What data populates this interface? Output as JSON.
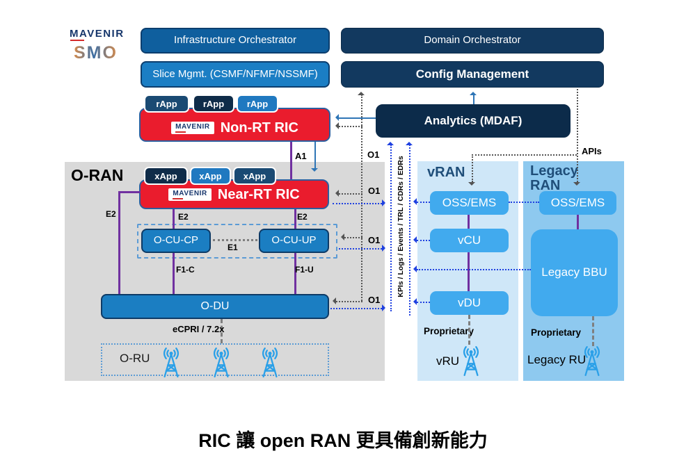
{
  "brand": {
    "logo": "MAVENIR",
    "smo": "SMO",
    "badge": "MAVENIR"
  },
  "smo": {
    "infrastructure_orchestrator": "Infrastructure Orchestrator",
    "slice_mgmt": "Slice Mgmt. (CSMF/NFMF/NSSMF)",
    "domain_orchestrator": "Domain Orchestrator",
    "config_management": "Config Management",
    "analytics": "Analytics (MDAF)"
  },
  "non_rt": {
    "rapps": [
      "rApp",
      "rApp",
      "rApp"
    ],
    "title": "Non-RT RIC"
  },
  "oran": {
    "title": "O-RAN",
    "xapps": [
      "xApp",
      "xApp",
      "xApp"
    ],
    "near_rt_title": "Near-RT RIC",
    "ocu_cp": "O-CU-CP",
    "ocu_up": "O-CU-UP",
    "odu": "O-DU",
    "oru": "O-RU",
    "ecpri": "eCPRI / 7.2x"
  },
  "interfaces": {
    "a1": "A1",
    "o1": "O1",
    "e1": "E1",
    "e2": "E2",
    "f1c": "F1-C",
    "f1u": "F1-U",
    "apis": "APIs",
    "kpi_pipe": "KPIs / Logs / Events / TRL / CDRs / EDRs"
  },
  "vran": {
    "title": "vRAN",
    "oss": "OSS/EMS",
    "vcu": "vCU",
    "vdu": "vDU",
    "proprietary": "Proprietary",
    "vru": "vRU"
  },
  "legacy": {
    "title": "Legacy RAN",
    "oss": "OSS/EMS",
    "bbu": "Legacy BBU",
    "proprietary": "Proprietary",
    "ru": "Legacy RU"
  },
  "caption": "RIC 讓 open RAN 更具備創新能力",
  "colors": {
    "red_ric": "#ea1c2d",
    "navy_box": "#12395f",
    "dark_analytics": "#0c2b4a",
    "steel_blue": "#0f5f9e",
    "medium_blue": "#1b7ec4",
    "oran_blue": "#1b7ec2",
    "sky_box": "#41aaee",
    "vran_panel": "#cfe7f8",
    "legacy_panel": "#8ec9ef",
    "oran_panel": "#d9d9d9",
    "purple_line": "#7030a0",
    "blue_dotted": "#1e40e0",
    "gray_dotted": "#545454",
    "blue_arrow": "#2e75b6"
  }
}
